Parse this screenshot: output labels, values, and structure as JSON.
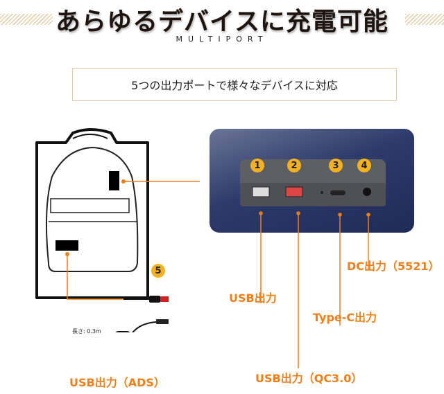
{
  "header": {
    "title": "あらゆるデバイスに充電可能",
    "subtitle": "MULTIPORT"
  },
  "intro": {
    "text": "5つの出力ポートで様々なデバイスに対応"
  },
  "ports": [
    {
      "number": "1",
      "label": "USB出力"
    },
    {
      "number": "2",
      "label": "USB出力（QC3.0）"
    },
    {
      "number": "3",
      "label": "Type-C出力"
    },
    {
      "number": "4",
      "label": "DC出力（5521）"
    },
    {
      "number": "5",
      "label": "USB出力（ADS）"
    }
  ],
  "cable": {
    "length_label": "長さ: 0.3m"
  },
  "colors": {
    "accent": "#ef7f1a",
    "badge": "#f4b223",
    "border": "#e9c9a1"
  }
}
